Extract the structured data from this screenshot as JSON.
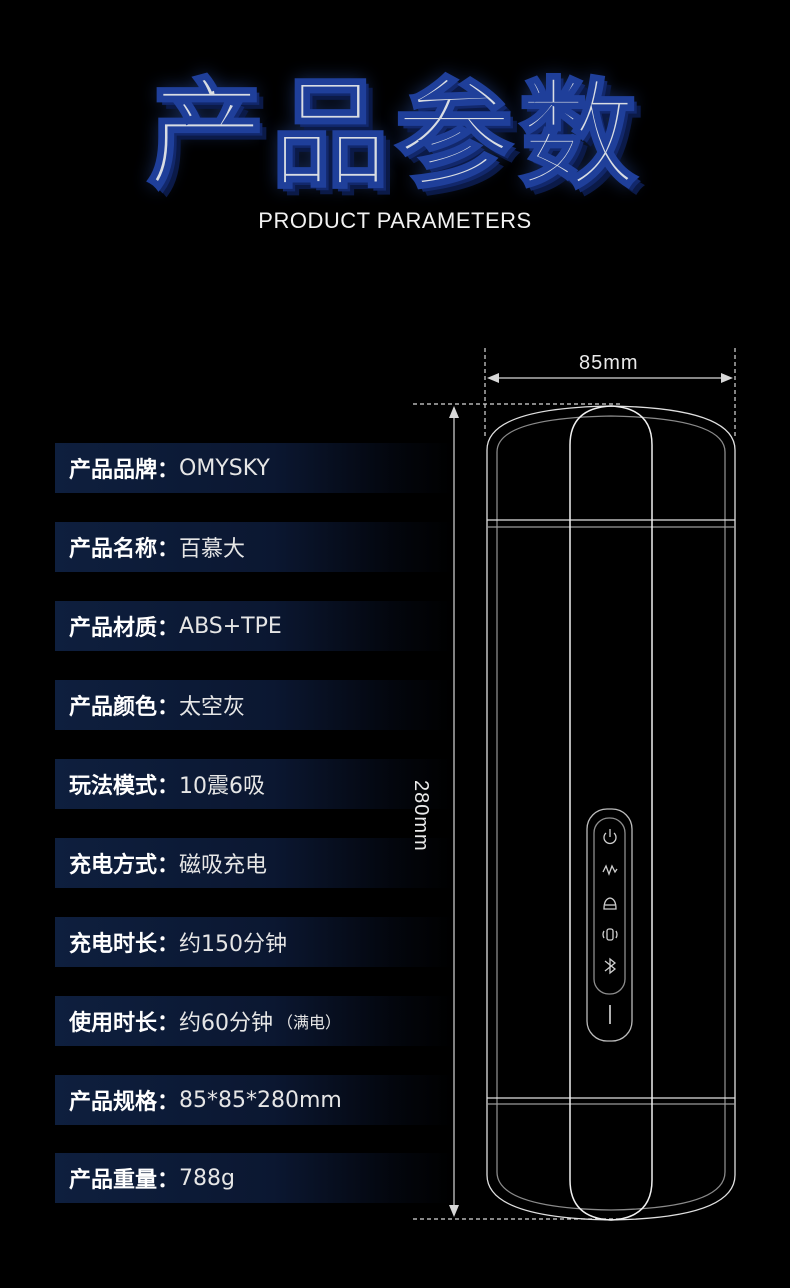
{
  "header": {
    "title": "产品参数",
    "subtitle": "PRODUCT PARAMETERS"
  },
  "dimensions": {
    "width_label": "85mm",
    "height_label": "280mm"
  },
  "specs": [
    {
      "label": "产品品牌：",
      "value": "OMYSKY"
    },
    {
      "label": "产品名称：",
      "value": "百慕大"
    },
    {
      "label": "产品材质：",
      "value": "ABS+TPE"
    },
    {
      "label": "产品颜色：",
      "value": "太空灰"
    },
    {
      "label": "玩法模式：",
      "value": "10震6吸"
    },
    {
      "label": "充电方式：",
      "value": "磁吸充电"
    },
    {
      "label": "充电时长：",
      "value": "约150分钟"
    },
    {
      "label": "使用时长：",
      "value": "约60分钟",
      "note": "（满电）"
    },
    {
      "label": "产品规格：",
      "value": "85*85*280mm"
    },
    {
      "label": "产品重量：",
      "value": "788g"
    }
  ],
  "colors": {
    "title_stroke": "#1f3f9a",
    "row_background": "#0e1f3e",
    "line": "#d0d0d0"
  },
  "icons": [
    "power-icon",
    "wave-icon",
    "suction-icon",
    "vibration-icon",
    "bluetooth-icon"
  ]
}
